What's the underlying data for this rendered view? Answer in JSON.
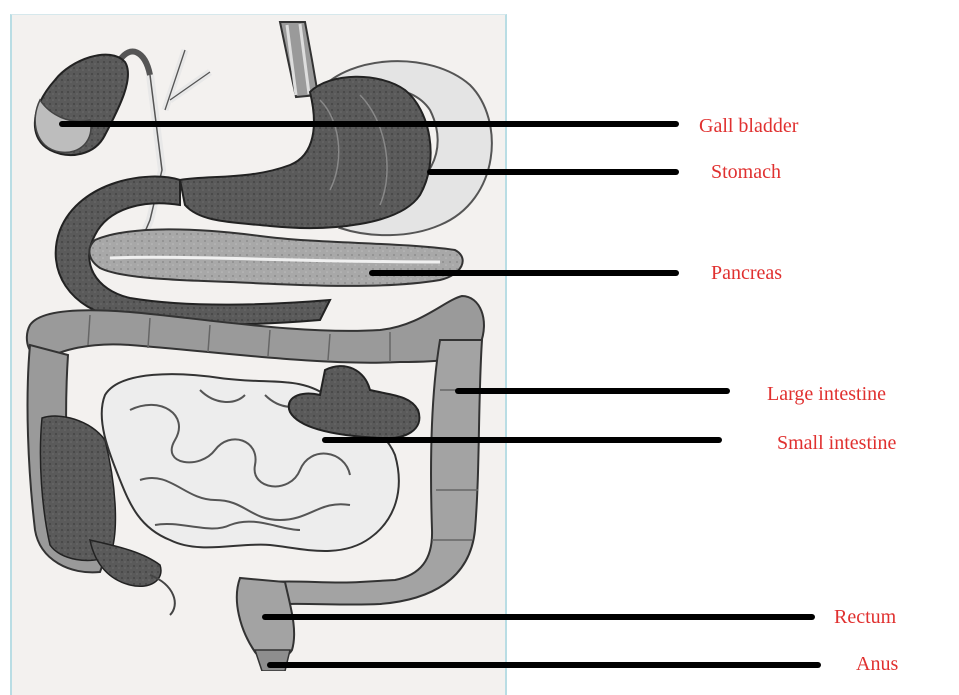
{
  "colors": {
    "label": "#e0302f",
    "leader": "#000000",
    "panel": "#f3f1ef",
    "panel_border": "#b9dde4",
    "organ_dark": "#4a4a4a",
    "organ_mid": "#9a9a9a",
    "organ_light": "#cfcfcf",
    "organ_pale": "#ececec"
  },
  "labels": {
    "gall_bladder": "Gall bladder",
    "stomach": "Stomach",
    "pancreas": "Pancreas",
    "large_intestine": "Large intestine",
    "small_intestine": "Small intestine",
    "rectum": "Rectum",
    "anus": "Anus"
  }
}
